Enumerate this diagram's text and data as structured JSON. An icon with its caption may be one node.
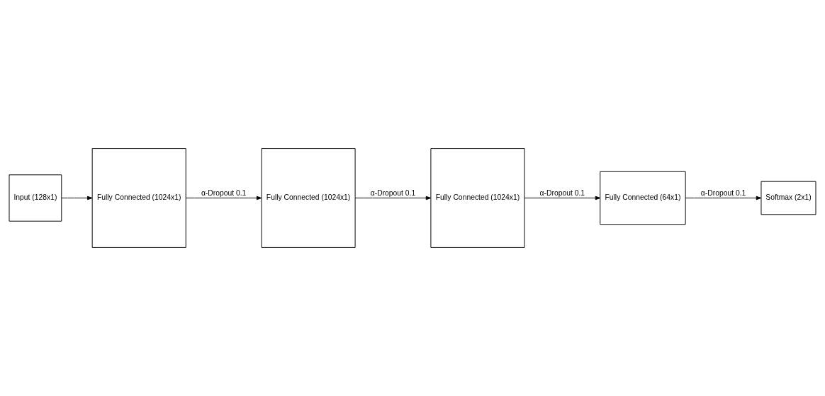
{
  "diagram": {
    "nodes": [
      {
        "text": [
          "Input (128x1)"
        ]
      },
      {
        "text": [
          "Fully Connected (1024x1)"
        ]
      },
      {
        "text": [
          "Fully Connected (1024x1)"
        ]
      },
      {
        "text": [
          "Fully Connected (1024x1)"
        ]
      },
      {
        "text": [
          "Fully Connected (64x1)"
        ]
      },
      {
        "text": [
          "Softmax (2x1)"
        ]
      }
    ],
    "edges": [
      {
        "from": 0,
        "to": 1,
        "arrow": "to"
      },
      {
        "from": 1,
        "to": 2,
        "arrow": "to",
        "label": "α-Dropout 0.1"
      },
      {
        "from": 2,
        "to": 3,
        "arrow": "to",
        "label": "α-Dropout 0.1"
      },
      {
        "from": 3,
        "to": 4,
        "arrow": "to",
        "label": "α-Dropout 0.1"
      },
      {
        "from": 4,
        "to": 5,
        "arrow": "to",
        "label": "α-Dropout 0.1"
      }
    ]
  }
}
